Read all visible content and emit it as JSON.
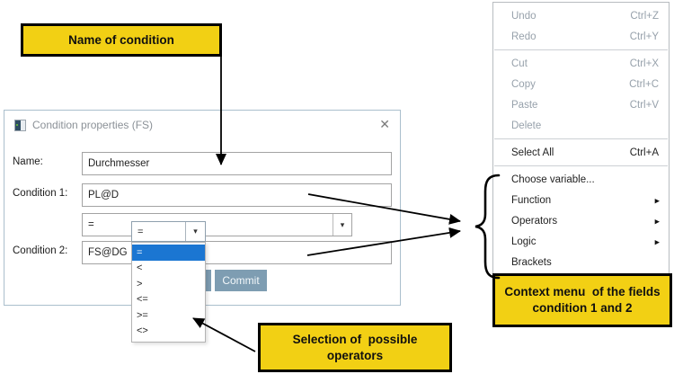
{
  "colors": {
    "callout_yellow": "#F2D014",
    "selection_blue": "#1B76D2",
    "button_blue": "#7E9DB2"
  },
  "glyphs": {
    "dropdown_arrow": "▾",
    "submenu_arrow": "▶",
    "close": "✕"
  },
  "callouts": {
    "name": {
      "text": "Name of condition"
    },
    "operators": {
      "line1": "Selection of  possible",
      "line2": "operators"
    },
    "context": {
      "line1": "Context menu  of the fields",
      "line2": "condition 1 and 2"
    }
  },
  "dialog": {
    "title": "Condition properties (FS)",
    "fields": {
      "name_label": "Name:",
      "name_value": "Durchmesser",
      "condition1_label": "Condition 1:",
      "condition1_value": "PL@D",
      "operator_value": "=",
      "condition2_label": "Condition 2:",
      "condition2_value": "FS@DG"
    },
    "buttons": {
      "commit": "Commit"
    }
  },
  "operator_dropdown": {
    "value": "=",
    "selected_index": 0,
    "options": [
      "=",
      "<",
      ">",
      "<=",
      ">=",
      "<>"
    ]
  },
  "context_menu": {
    "items": [
      {
        "label": "Undo",
        "shortcut": "Ctrl+Z",
        "disabled": true
      },
      {
        "label": "Redo",
        "shortcut": "Ctrl+Y",
        "disabled": true
      },
      {
        "type": "separator"
      },
      {
        "label": "Cut",
        "shortcut": "Ctrl+X",
        "disabled": true
      },
      {
        "label": "Copy",
        "shortcut": "Ctrl+C",
        "disabled": true
      },
      {
        "label": "Paste",
        "shortcut": "Ctrl+V",
        "disabled": true
      },
      {
        "label": "Delete",
        "disabled": true
      },
      {
        "type": "separator"
      },
      {
        "label": "Select All",
        "shortcut": "Ctrl+A"
      },
      {
        "type": "separator"
      },
      {
        "label": "Choose variable..."
      },
      {
        "label": "Function",
        "submenu": true
      },
      {
        "label": "Operators",
        "submenu": true
      },
      {
        "label": "Logic",
        "submenu": true
      },
      {
        "label": "Brackets"
      }
    ]
  }
}
